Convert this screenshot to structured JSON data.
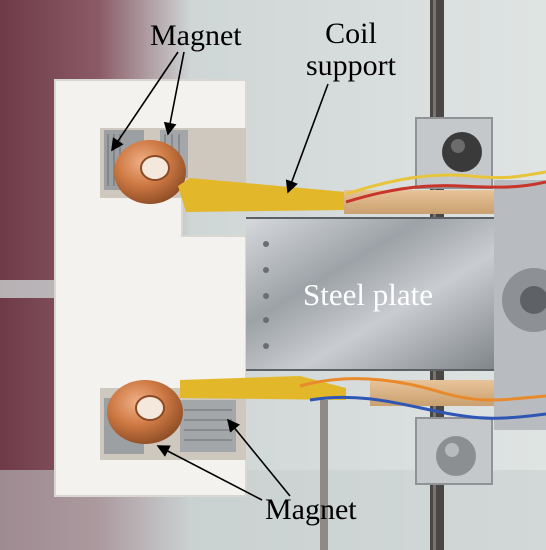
{
  "figure": {
    "labels": {
      "magnet_top": "Magnet",
      "coil_line1": "Coil",
      "coil_line2": "support",
      "steel_plate": "Steel plate",
      "magnet_bottom": "Magnet"
    },
    "colors": {
      "bracket": "#f2f1ee",
      "copper": "#c8753f",
      "steel": "#b9bcc0",
      "yellow_tape": "#e2b72a",
      "wire_red": "#c8342a",
      "wire_blue": "#2f56b5",
      "wire_orange": "#e88a2c",
      "frame": "#5a5a5a",
      "background_red": "#6e3a48"
    }
  }
}
